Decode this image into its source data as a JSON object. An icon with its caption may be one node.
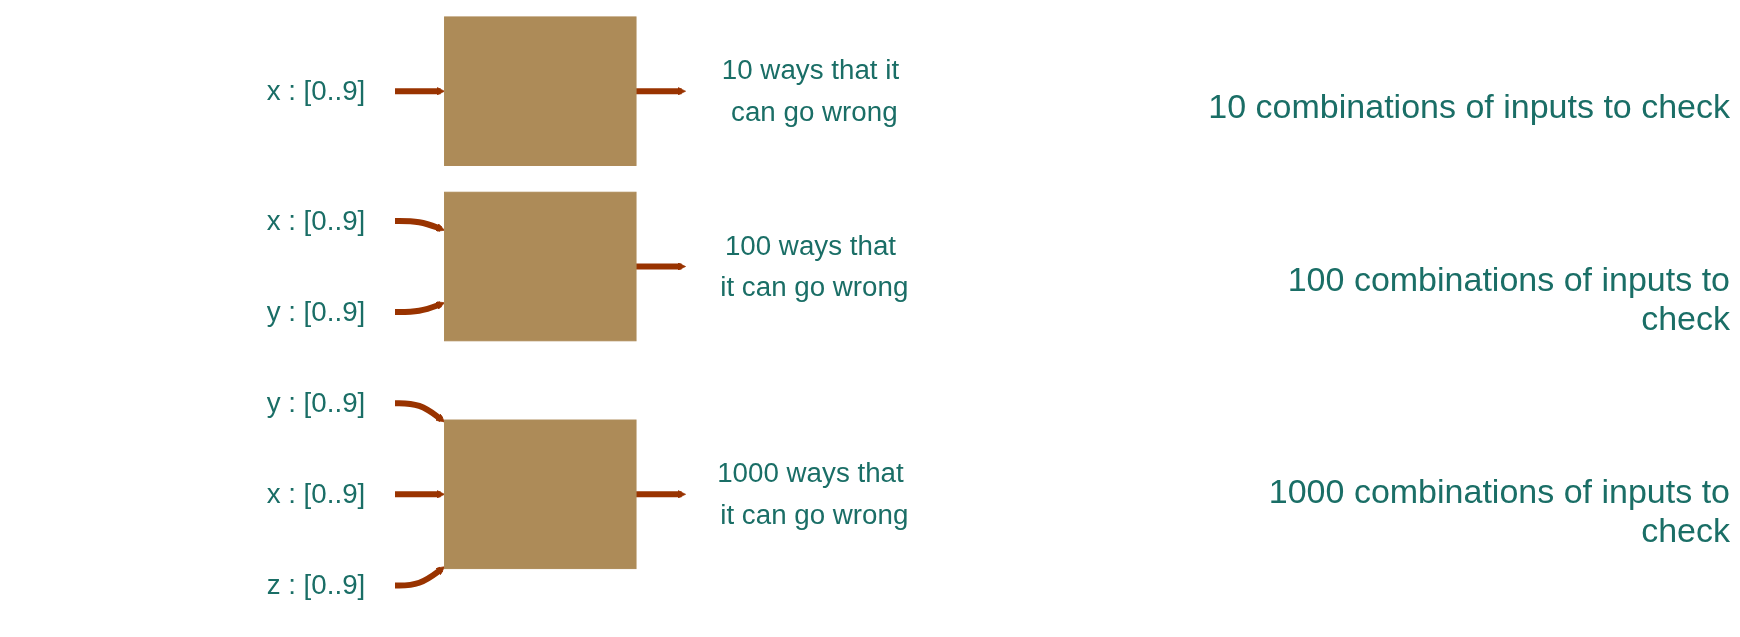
{
  "diagram": {
    "nodes": [
      {
        "text": [
          "x : [0..9]"
        ]
      },
      {
        "text": [],
        "shape": "box"
      },
      {
        "text": [
          "10 ways that it can go wrong"
        ]
      },
      {
        "text": [
          "x : [0..9]"
        ]
      },
      {
        "text": [
          "y : [0..9]"
        ]
      },
      {
        "text": [],
        "shape": "box"
      },
      {
        "text": [
          "100 ways that it can go wrong"
        ]
      },
      {
        "text": [
          "y : [0..9]"
        ]
      },
      {
        "text": [
          "x : [0..9]"
        ]
      },
      {
        "text": [
          "z : [0..9]"
        ]
      },
      {
        "text": [],
        "shape": "box"
      },
      {
        "text": [
          "1000 ways that it can go wrong"
        ]
      }
    ],
    "edges": [
      {
        "from": 0,
        "to": 1,
        "arrow": "to"
      },
      {
        "from": 1,
        "to": 2,
        "arrow": "to"
      },
      {
        "from": 3,
        "to": 5,
        "arrow": "to"
      },
      {
        "from": 4,
        "to": 5,
        "arrow": "to"
      },
      {
        "from": 5,
        "to": 6,
        "arrow": "to"
      },
      {
        "from": 7,
        "to": 10,
        "arrow": "to"
      },
      {
        "from": 8,
        "to": 10,
        "arrow": "to"
      },
      {
        "from": 9,
        "to": 10,
        "arrow": "to"
      },
      {
        "from": 10,
        "to": 11,
        "arrow": "to"
      }
    ],
    "labels": [
      "10 combinations of inputs to check",
      "100 combinations of inputs to check",
      "1000 combinations of inputs to check"
    ]
  }
}
